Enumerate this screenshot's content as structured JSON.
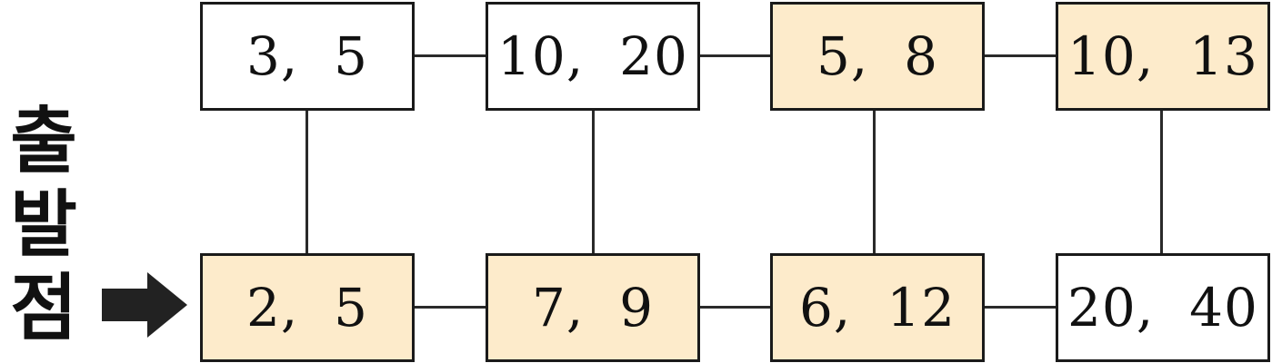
{
  "start_label": [
    "출",
    "발",
    "점"
  ],
  "arrow_icon": "right-arrow-icon",
  "highlight_color": "#fdebcb",
  "grid": {
    "top": [
      {
        "text": "3,  5",
        "highlighted": false
      },
      {
        "text": "10,  20",
        "highlighted": false
      },
      {
        "text": "5,  8",
        "highlighted": true
      },
      {
        "text": "10,  13",
        "highlighted": true
      }
    ],
    "bottom": [
      {
        "text": "2,  5",
        "highlighted": true
      },
      {
        "text": "7,  9",
        "highlighted": true
      },
      {
        "text": "6,  12",
        "highlighted": true
      },
      {
        "text": "20,  40",
        "highlighted": false
      }
    ]
  }
}
